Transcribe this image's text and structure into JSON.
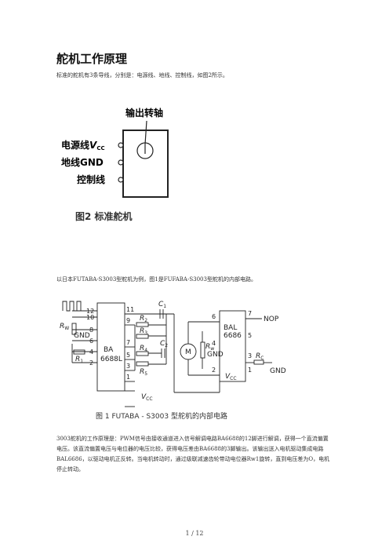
{
  "title": "舵机工作原理",
  "para1": "标准的舵机有3条导线，分别是：电源线、地线、控制线，如图2所示。",
  "fig2": {
    "top_label": "输出转轴",
    "wire_power": "电源线",
    "wire_power_symbol": "V",
    "wire_power_sub": "CC",
    "wire_ground": "地线GND",
    "wire_control": "控制线",
    "caption": "图2 标准舵机"
  },
  "para2": "以日本FUTABA-S3003型舵机为例，图1是FUFABA-S3003型舵机的内部电路。",
  "fig1": {
    "chip_left_name": "BA",
    "chip_left_model": "6688L",
    "chip_right_name": "BAL",
    "chip_right_model": "6686",
    "motor": "M",
    "nop": "NOP",
    "gnd": "GND",
    "vcc": "V",
    "vcc_sub": "CC",
    "c1": "C",
    "c1_sub": "1",
    "c2": "C",
    "c2_sub": "2",
    "r1": "R",
    "r1_sub": "1",
    "r2": "R",
    "r2_sub": "2",
    "r3": "R",
    "r3_sub": "3",
    "r4": "R",
    "r4_sub": "4",
    "r5": "R",
    "r5_sub": "5",
    "rw": "R",
    "rw_sub": "W",
    "rw1": "R",
    "rw1_sub": "w",
    "rc": "R",
    "rc_sub": "C",
    "pins_left": [
      "12",
      "10",
      "8",
      "6",
      "4",
      "2"
    ],
    "pins_mid": [
      "11",
      "9",
      "7",
      "5",
      "3",
      "1"
    ],
    "pins_right_top": [
      "6",
      "4",
      "2"
    ],
    "pins_right": [
      "7",
      "5",
      "3",
      "1"
    ],
    "caption": "图 1 FUTABA - S3003 型舵机的内部电路"
  },
  "para3": "3003舵机的工作原理是：PWM信号由接收通道进入信号解调电路BA6688的12脚进行解调，获得一个直流偏置电压。该直流偏置电压与电位器的电压比较，获得电压差由BA6688的3脚输出。该输出送入电机驱动集成电路BAL6686，以驱动电机正反转。当电机转动时，通过级联减速齿轮带动电位器Rw1旋转，直到电压差为O，电机停止转动。",
  "footer": "1 / 12"
}
